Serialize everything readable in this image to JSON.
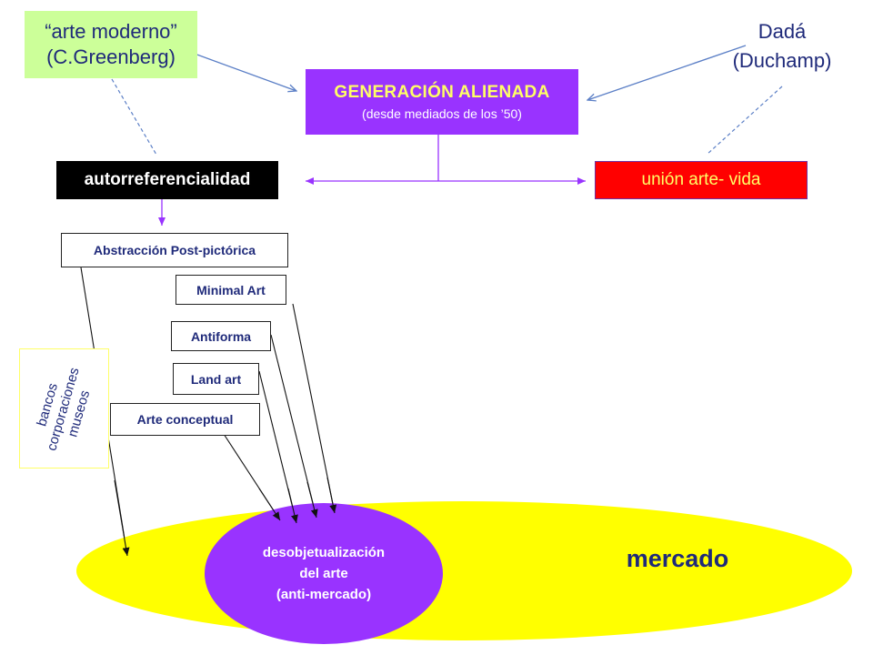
{
  "nodes": {
    "arte_moderno": {
      "line1": "“arte moderno”",
      "line2": "(C.Greenberg)"
    },
    "dada": {
      "line1": "Dadá",
      "line2": "(Duchamp)"
    },
    "generacion": {
      "title": "GENERACIÓN  ALIENADA",
      "subtitle": "(desde mediados de los ’50)"
    },
    "autorreferencialidad": "autorreferencialidad",
    "union": "unión arte- vida",
    "abstraccion": "Abstracción  Post-pictórica",
    "minimal": "Minimal  Art",
    "antiforma": "Antiforma",
    "land_art": "Land art",
    "conceptual": "Arte conceptual",
    "instituciones": [
      "bancos",
      "corporaciones",
      "museos"
    ],
    "desobjetualizacion": [
      "desobjetualización",
      "del arte",
      "(anti-mercado)"
    ],
    "mercado": "mercado"
  },
  "colors": {
    "green_box": "#ccff99",
    "purple": "#9933ff",
    "red_box": "#ff0000",
    "yellow": "#ffff00",
    "text_blue": "#1f2a7a"
  }
}
